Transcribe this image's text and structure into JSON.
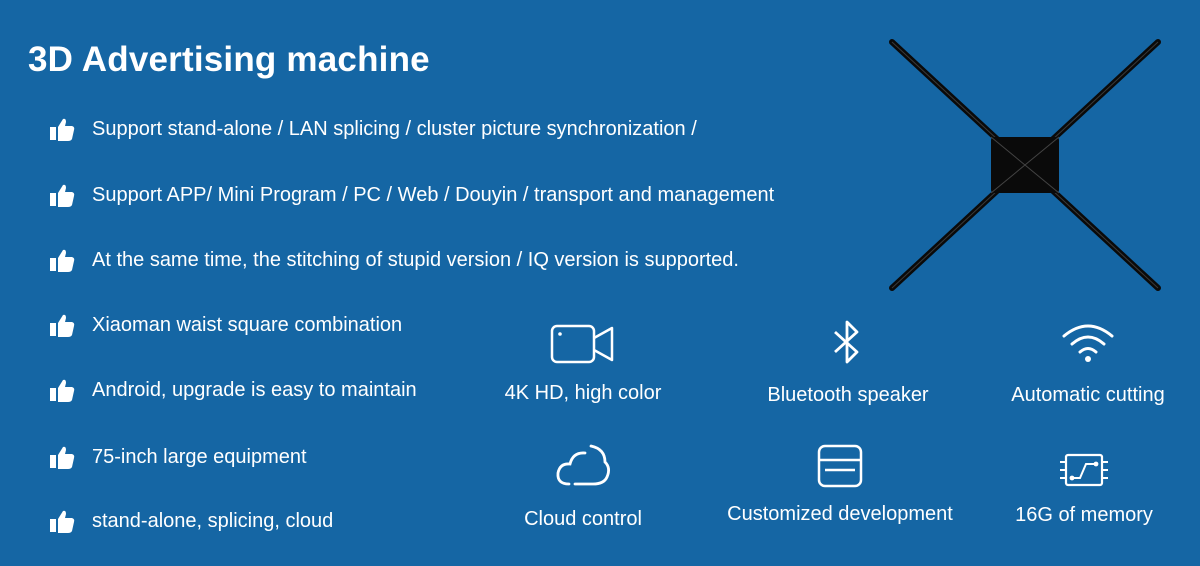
{
  "title": "3D Advertising machine",
  "features": [
    "Support stand-alone / LAN splicing / cluster picture synchronization /",
    "Support APP/ Mini Program / PC / Web / Douyin / transport and management",
    "At the same time, the stitching of stupid version / IQ version is supported.",
    "Xiaoman waist square combination",
    "Android, upgrade is easy to maintain",
    "75-inch large equipment",
    "stand-alone, splicing, cloud"
  ],
  "specs": [
    {
      "label": "4K HD, high color",
      "icon": "video-camera-icon"
    },
    {
      "label": "Bluetooth speaker",
      "icon": "bluetooth-icon"
    },
    {
      "label": "Automatic cutting",
      "icon": "wifi-icon"
    },
    {
      "label": "Cloud control",
      "icon": "cloud-icon"
    },
    {
      "label": "Customized development",
      "icon": "window-icon"
    },
    {
      "label": "16G of memory",
      "icon": "memory-chip-icon"
    }
  ],
  "colors": {
    "background": "#1566a4",
    "text": "#ffffff",
    "device": "#0a0a0a"
  }
}
